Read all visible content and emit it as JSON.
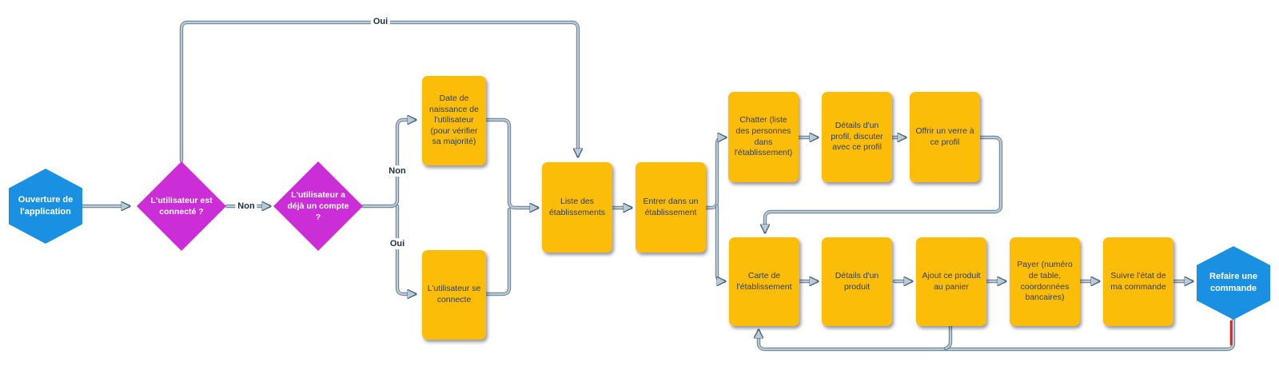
{
  "diagram": {
    "type": "flowchart",
    "language": "fr",
    "background": "#ffffff"
  },
  "colors": {
    "start_end_shape": "#1a90e2",
    "decision_shape": "#cb2ed6",
    "process_shape": "#fbbd08",
    "connector": "#b7cbd8",
    "connector_outline": "#5a7082",
    "highlight_red_segment": "#e02020",
    "shape_text_dark": "#333f49",
    "shape_text_light": "#ffffff",
    "edge_label_text": "#1a3040"
  },
  "nodes": {
    "ouverture": {
      "type": "start",
      "shape": "hexagon",
      "label": "Ouverture de l'application"
    },
    "connecte_q": {
      "type": "decision",
      "shape": "diamond",
      "label": "L'utilisateur est connecté ?"
    },
    "compte_q": {
      "type": "decision",
      "shape": "diamond",
      "label": "L'utilisateur a déjà un compte ?"
    },
    "naissance": {
      "type": "process",
      "shape": "rect",
      "label": "Date de naissance de l'utilisateur (pour vérifier sa majorité)"
    },
    "se_connecte": {
      "type": "process",
      "shape": "rect",
      "label": "L'utilisateur se connecte"
    },
    "liste": {
      "type": "process",
      "shape": "rect",
      "label": "Liste des établissements"
    },
    "entrer": {
      "type": "process",
      "shape": "rect",
      "label": "Entrer dans un établissement"
    },
    "chatter": {
      "type": "process",
      "shape": "rect",
      "label": "Chatter (liste des personnes dans l'établissement)"
    },
    "details_profil": {
      "type": "process",
      "shape": "rect",
      "label": "Détails d'un profil, discuter avec ce profil"
    },
    "offrir": {
      "type": "process",
      "shape": "rect",
      "label": "Offrir un verre à ce profil"
    },
    "carte": {
      "type": "process",
      "shape": "rect",
      "label": "Carte de l'établissement"
    },
    "details_produit": {
      "type": "process",
      "shape": "rect",
      "label": "Détails d'un produit"
    },
    "ajout": {
      "type": "process",
      "shape": "rect",
      "label": "Ajout ce produit au panier"
    },
    "payer": {
      "type": "process",
      "shape": "rect",
      "label": "Payer (numéro de table, coordonnées bancaires)"
    },
    "suivre": {
      "type": "process",
      "shape": "rect",
      "label": "Suivre l'état de ma commande"
    },
    "refaire": {
      "type": "end",
      "shape": "hexagon",
      "label": "Refaire une commande"
    }
  },
  "edge_labels": {
    "top_oui": "Oui",
    "between_non": "Non",
    "branch_non": "Non",
    "branch_oui": "Oui"
  }
}
